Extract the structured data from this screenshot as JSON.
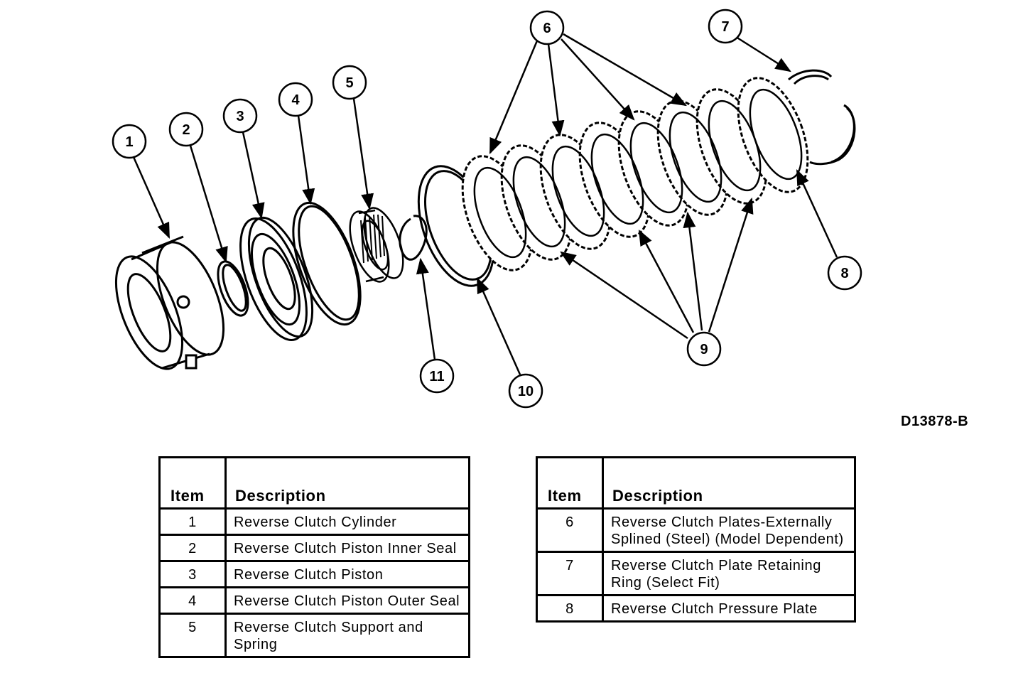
{
  "figure_id": "D13878-B",
  "callouts": [
    "1",
    "2",
    "3",
    "4",
    "5",
    "6",
    "7",
    "8",
    "9",
    "10",
    "11"
  ],
  "tables": [
    {
      "headers": {
        "item": "Item",
        "description": "Description"
      },
      "rows": [
        {
          "item": "1",
          "description": "Reverse Clutch Cylinder"
        },
        {
          "item": "2",
          "description": "Reverse Clutch Piston Inner Seal"
        },
        {
          "item": "3",
          "description": "Reverse Clutch Piston"
        },
        {
          "item": "4",
          "description": "Reverse Clutch Piston Outer Seal"
        },
        {
          "item": "5",
          "description": "Reverse Clutch Support and Spring"
        }
      ]
    },
    {
      "headers": {
        "item": "Item",
        "description": "Description"
      },
      "rows": [
        {
          "item": "6",
          "description": "Reverse Clutch Plates-Externally Splined (Steel) (Model Dependent)"
        },
        {
          "item": "7",
          "description": "Reverse Clutch Plate Retaining Ring (Select Fit)"
        },
        {
          "item": "8",
          "description": "Reverse Clutch Pressure Plate"
        }
      ]
    }
  ]
}
